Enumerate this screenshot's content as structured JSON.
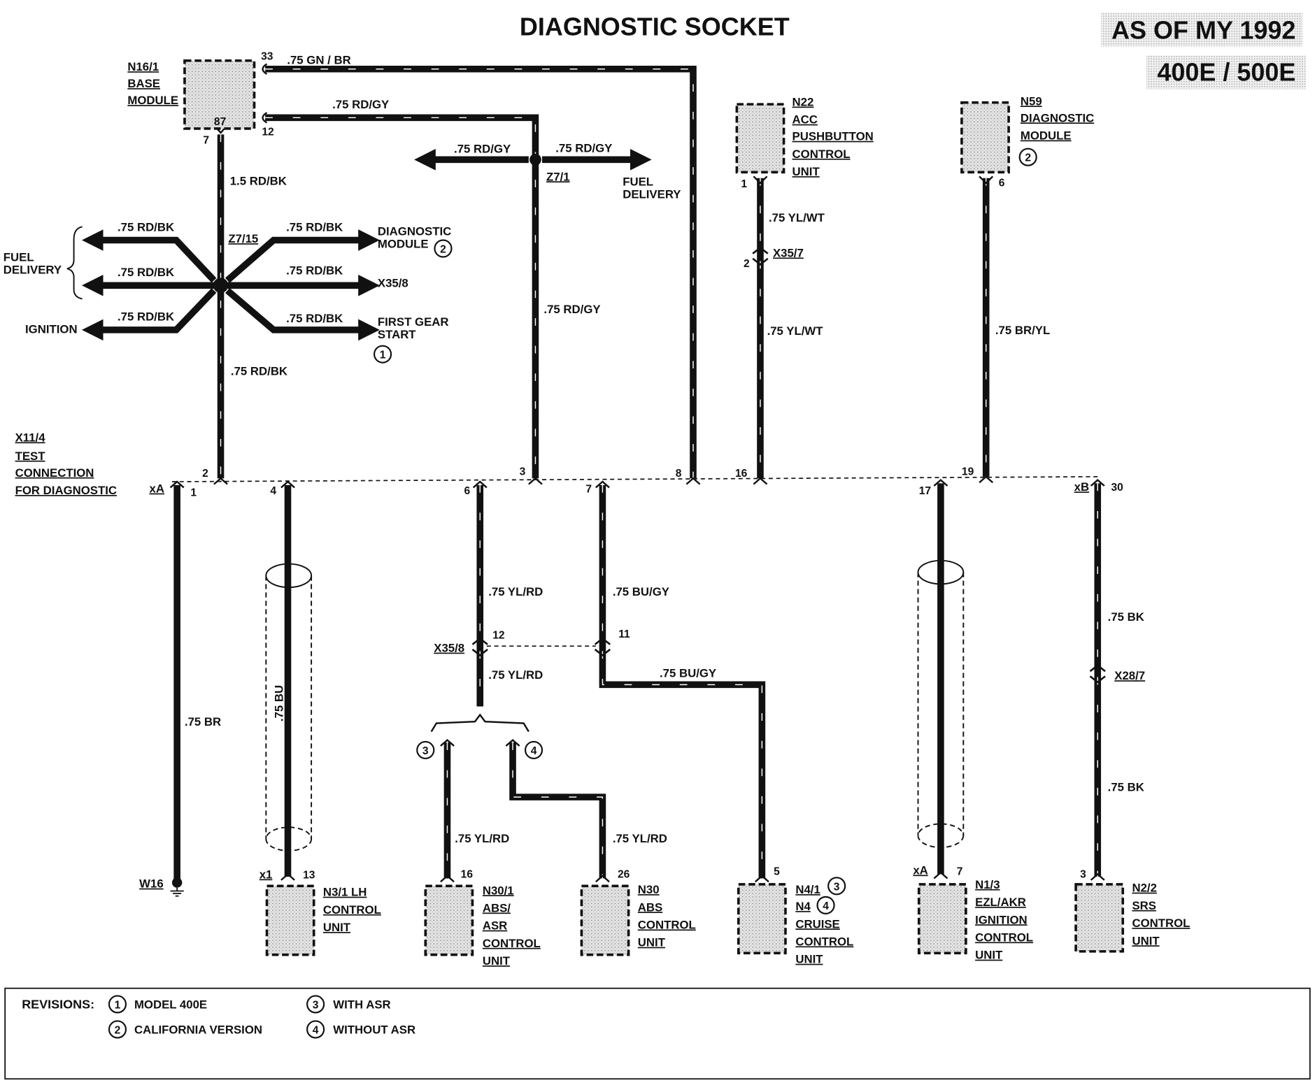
{
  "title": "DIAGNOSTIC SOCKET",
  "header": {
    "model_year": "AS OF MY 1992",
    "models": "400E / 500E"
  },
  "components": {
    "n16_1": [
      "N16/1",
      "BASE",
      "MODULE"
    ],
    "n22": [
      "N22",
      "ACC",
      "PUSHBUTTON",
      "CONTROL",
      "UNIT"
    ],
    "n59": [
      "N59",
      "DIAGNOSTIC",
      "MODULE"
    ],
    "x11_4": [
      "X11/4",
      "TEST",
      "CONNECTION",
      "FOR DIAGNOSTIC"
    ],
    "n3_1": [
      "N3/1 LH",
      "CONTROL",
      "UNIT"
    ],
    "n30_1": [
      "N30/1",
      "ABS/",
      "ASR",
      "CONTROL",
      "UNIT"
    ],
    "n30": [
      "N30",
      "ABS",
      "CONTROL",
      "UNIT"
    ],
    "n4": [
      "N4/1",
      "N4",
      "CRUISE",
      "CONTROL",
      "UNIT"
    ],
    "n1_3": [
      "N1/3",
      "EZL/AKR",
      "IGNITION",
      "CONTROL",
      "UNIT"
    ],
    "n2_2": [
      "N2/2",
      "SRS",
      "CONTROL",
      "UNIT"
    ]
  },
  "wires": {
    "gn_br": ".75 GN / BR",
    "rd_gy": ".75 RD/GY",
    "rd_bk_15": "1.5 RD/BK",
    "rd_bk": ".75 RD/BK",
    "yl_wt": ".75 YL/WT",
    "br_yl": ".75 BR/YL",
    "br": ".75 BR",
    "bu": ".75 BU",
    "yl_rd": ".75 YL/RD",
    "bu_gy": ".75 BU/GY",
    "bk": ".75 BK"
  },
  "splices": {
    "z7_1": "Z7/1",
    "z7_15": "Z7/15"
  },
  "connectors": {
    "x35_7": "X35/7",
    "x35_8": "X35/8",
    "x28_7": "X28/7",
    "w16": "W16",
    "xa": "xA",
    "xb": "xB",
    "x1": "x1"
  },
  "destinations": {
    "fuel_delivery": [
      "FUEL",
      "DELIVERY"
    ],
    "diagnostic_module": [
      "DIAGNOSTIC",
      "MODULE"
    ],
    "x35_8": "X35/8",
    "ignition": "IGNITION",
    "first_gear_start": [
      "FIRST GEAR",
      "START"
    ]
  },
  "pins": {
    "p33": "33",
    "p12": "12",
    "p7": "7",
    "p87": "87",
    "p1": "1",
    "p2": "2",
    "p6": "6",
    "p16": "16",
    "p3": "3",
    "p4": "4",
    "p8": "8",
    "p17": "17",
    "p19": "19",
    "p30": "30",
    "p11": "11",
    "p13": "13",
    "p26": "26",
    "p5": "5"
  },
  "revision_markers": {
    "r1": "1",
    "r2": "2",
    "r3": "3",
    "r4": "4"
  },
  "revisions": {
    "label": "REVISIONS:",
    "items": [
      {
        "num": "1",
        "text": "MODEL 400E"
      },
      {
        "num": "2",
        "text": "CALIFORNIA VERSION"
      },
      {
        "num": "3",
        "text": "WITH ASR"
      },
      {
        "num": "4",
        "text": "WITHOUT ASR"
      }
    ]
  }
}
